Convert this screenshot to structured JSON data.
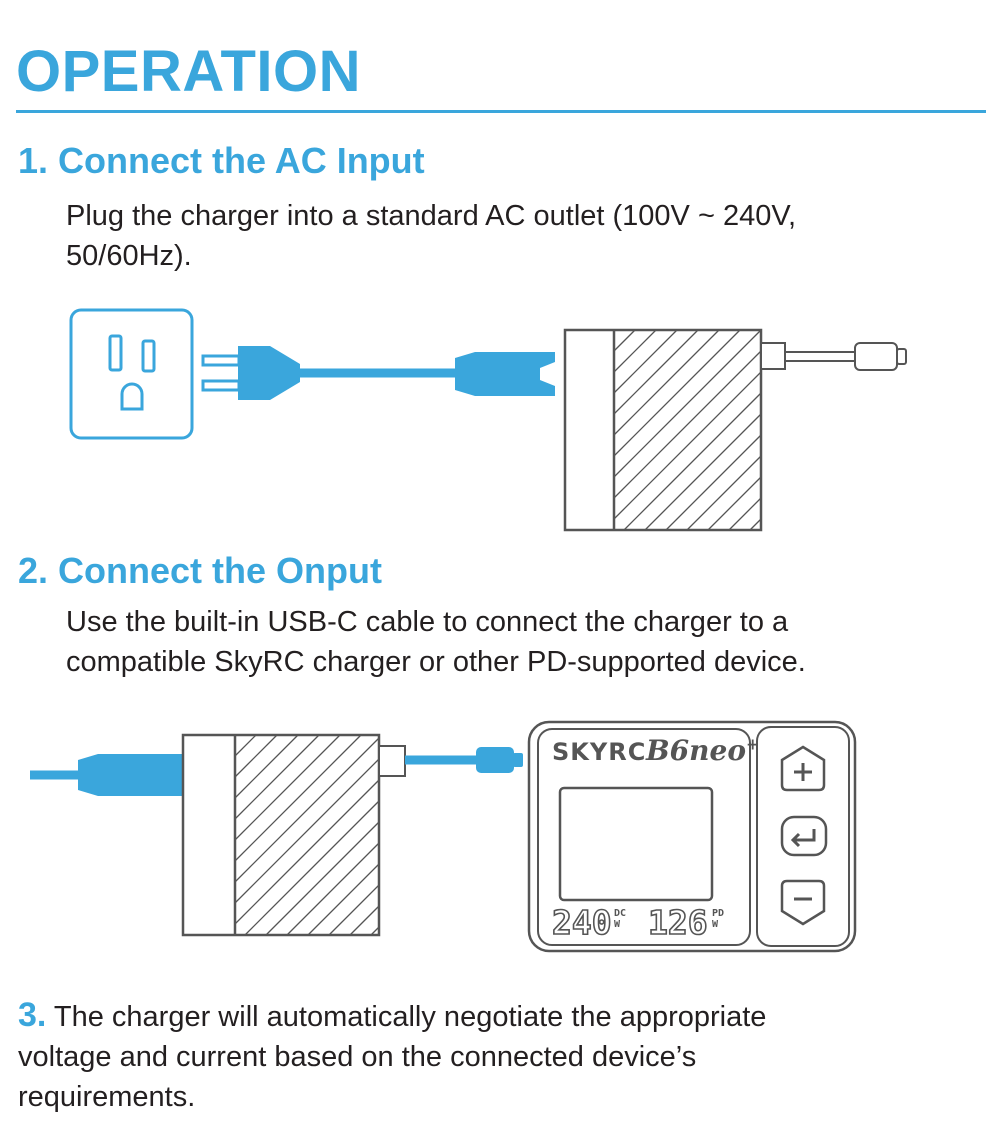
{
  "page_title": "OPERATION",
  "steps": [
    {
      "heading": "1. Connect the AC Input",
      "lines": [
        "Plug the charger into a standard AC outlet (100V ~ 240V,",
        "50/60Hz)."
      ]
    },
    {
      "heading": "2. Connect the Onput",
      "lines": [
        "Use the built-in USB-C cable to connect the charger to a",
        "compatible SkyRC charger or other PD-supported device."
      ]
    },
    {
      "number": "3.",
      "lines": [
        " The charger will automatically negotiate the appropriate",
        "voltage and current based on the connected device’s",
        "requirements."
      ]
    }
  ],
  "device": {
    "brand": "SKYRC",
    "model": "B6neo",
    "model_sup": "+",
    "dc_power": "240",
    "dc_label_top": "DC",
    "dc_label_bottom": "W",
    "pd_power": "126",
    "pd_label_top": "PD",
    "pd_label_bottom": "W"
  },
  "colors": {
    "accent": "#3aa6dc",
    "line": "#555555"
  }
}
